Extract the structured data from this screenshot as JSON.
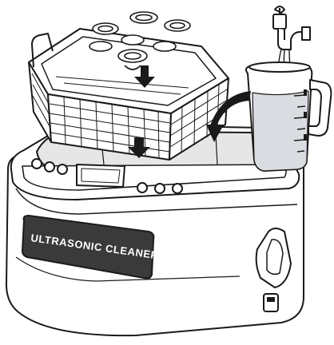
{
  "device": {
    "label": "ULTRASONIC CLEANER"
  },
  "illustration": {
    "items": [
      {
        "name": "ultrasonic-cleaner-unit"
      },
      {
        "name": "cleaning-basket"
      },
      {
        "name": "measuring-jug"
      },
      {
        "name": "water-tap"
      }
    ],
    "colors": {
      "line": "#1a1a1a",
      "body": "#ffffff",
      "water": "#d9dde2",
      "tank": "#e6e6e6",
      "label_plate": "#3a3a3a",
      "label_text": "#ffffff"
    }
  }
}
